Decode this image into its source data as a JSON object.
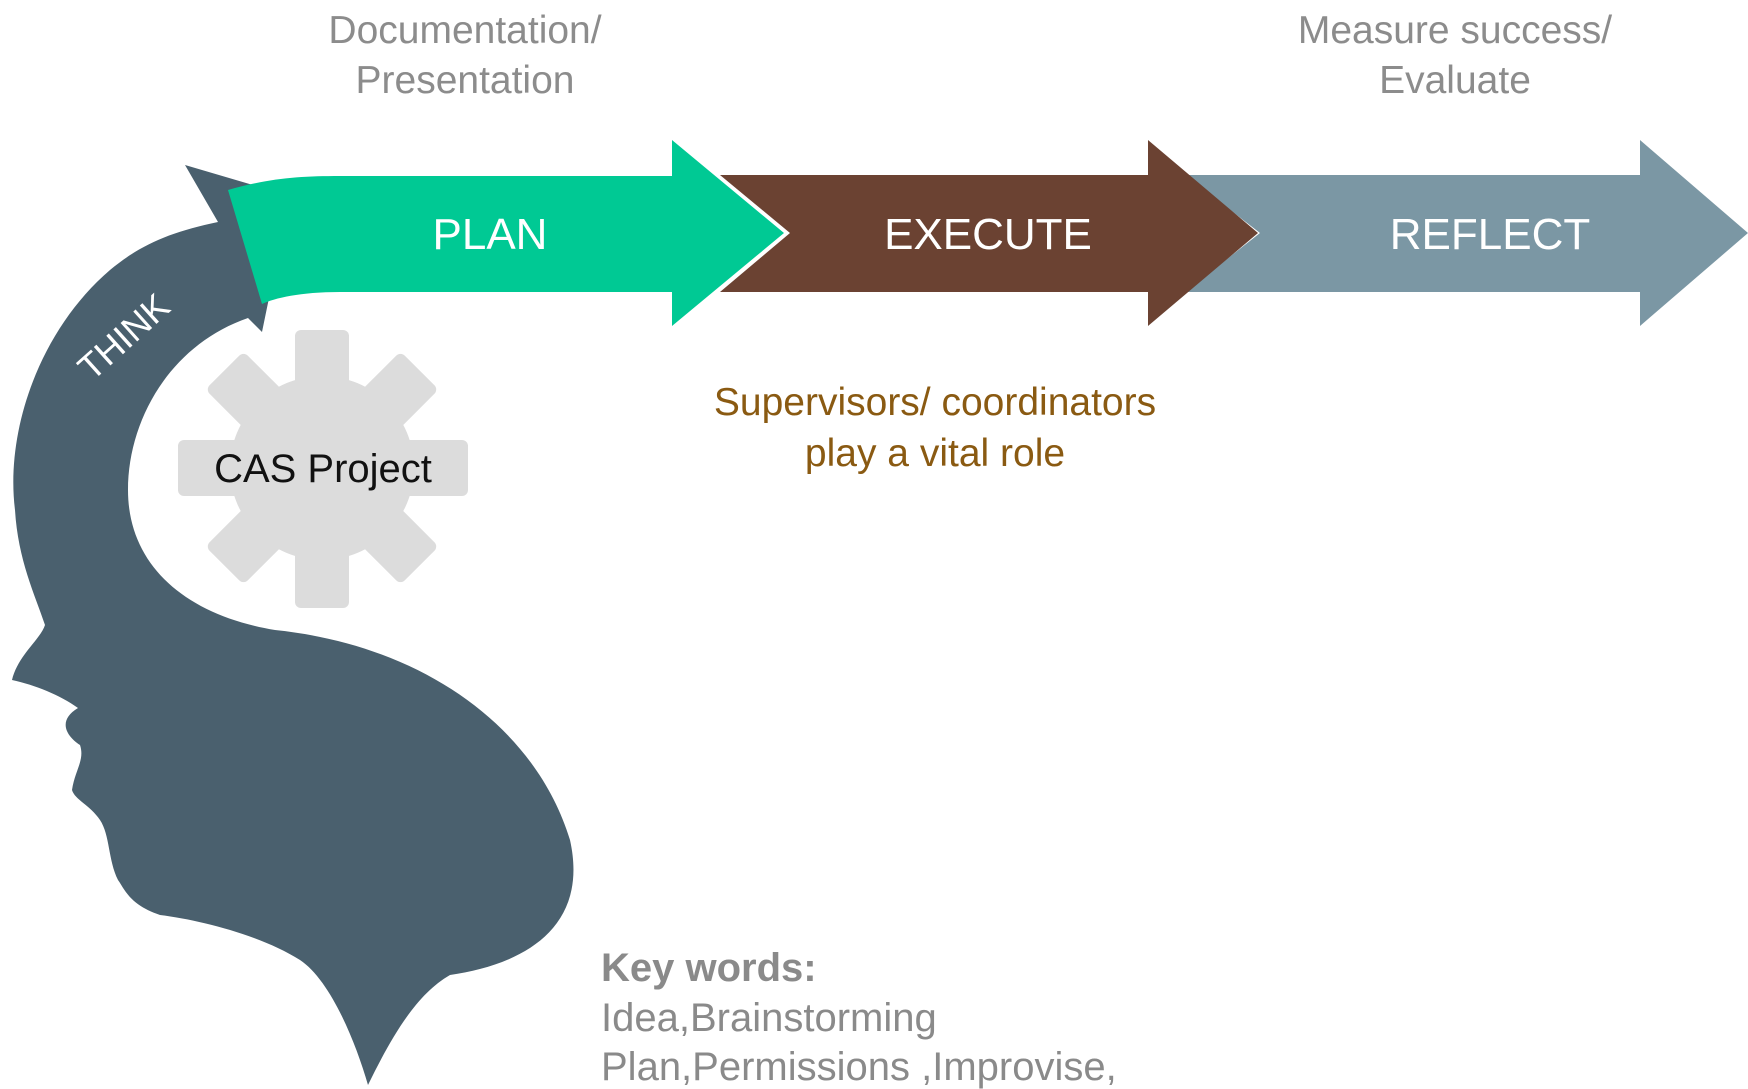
{
  "colors": {
    "plan": "#00c994",
    "execute": "#6b4232",
    "reflect": "#7b97a4",
    "head": "#4a606e",
    "gear": "#dcdcdc",
    "note": "#8a5a12",
    "top_label": "#8c8c8c",
    "keywords": "#8a8a8a"
  },
  "top_labels": {
    "documentation": [
      "Documentation/",
      "Presentation"
    ],
    "measure": [
      "Measure success/",
      "Evaluate"
    ]
  },
  "stages": {
    "think": "THINK",
    "plan": "PLAN",
    "execute": "EXECUTE",
    "reflect": "REFLECT"
  },
  "gear_label": "CAS Project",
  "note": [
    "Supervisors/ coordinators",
    "play a vital role"
  ],
  "keywords": {
    "heading": "Key words:",
    "lines": [
      "Idea,Brainstorming",
      "Plan,Permissions ,Improvise,"
    ]
  },
  "icons": {
    "head": "head-silhouette-icon",
    "gear": "gear-icon"
  }
}
